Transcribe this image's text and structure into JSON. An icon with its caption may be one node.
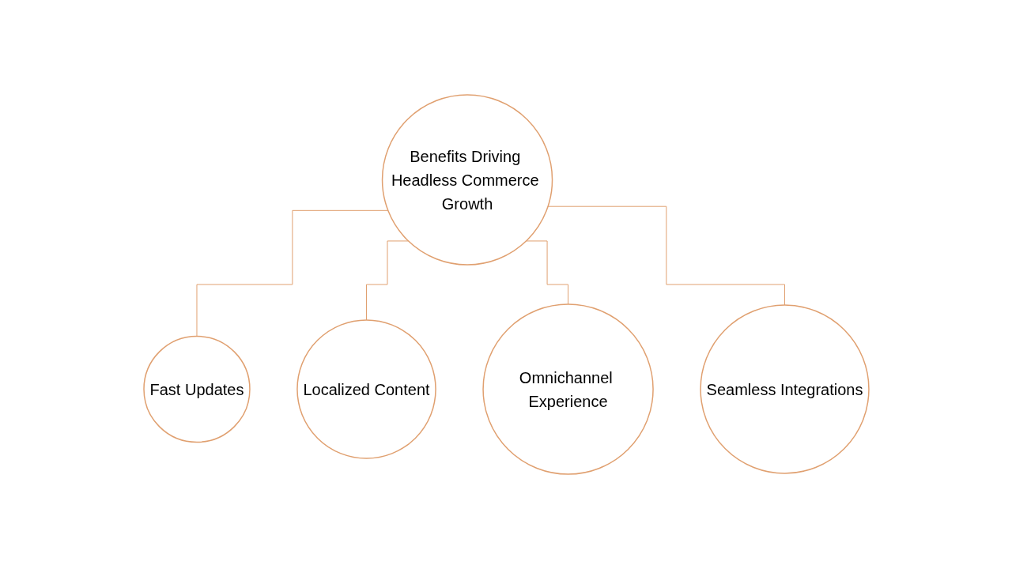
{
  "diagram": {
    "nodes": [
      {
        "text": [
          "Benefits Driving Headless Commerce Growth"
        ]
      },
      {
        "text": [
          "Fast Updates"
        ]
      },
      {
        "text": [
          "Localized Content"
        ]
      },
      {
        "text": [
          "Omnichannel Experience"
        ]
      },
      {
        "text": [
          "Seamless Integrations"
        ]
      }
    ],
    "edges": [
      {
        "from": 0,
        "to": 1,
        "arrow": "none"
      },
      {
        "from": 0,
        "to": 2,
        "arrow": "none"
      },
      {
        "from": 0,
        "to": 3,
        "arrow": "none"
      },
      {
        "from": 0,
        "to": 4,
        "arrow": "none"
      }
    ]
  }
}
